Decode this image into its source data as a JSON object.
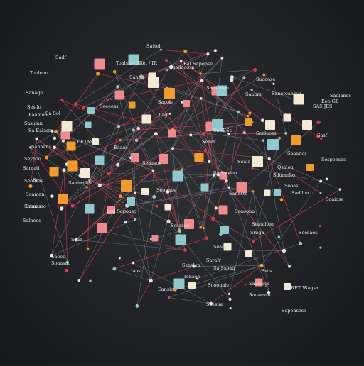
{
  "palette": {
    "background": "#1f2124",
    "edge_light": "#9aa3ab",
    "edge_red": "#d8394e",
    "teal": "#8fc9cc",
    "orange": "#f29a2e",
    "cream": "#f3ead6",
    "pink": "#ef8a8f",
    "node_dot": "#e6e6e6"
  },
  "labels": [
    {
      "id": "l1",
      "text": "Sattel"
    },
    {
      "id": "l2",
      "text": "Sadf"
    },
    {
      "id": "l3",
      "text": "Toalsh / DRet / IR"
    },
    {
      "id": "l4",
      "text": "Eat Sapopse"
    },
    {
      "id": "l5",
      "text": "Tooloho"
    },
    {
      "id": "l6",
      "text": "Sanage"
    },
    {
      "id": "l7",
      "text": "Sanetoaning"
    },
    {
      "id": "l8",
      "text": "Saabrs"
    },
    {
      "id": "l9",
      "text": "Sadlanes"
    },
    {
      "id": "l10",
      "text": "Eoo GE"
    },
    {
      "id": "l11",
      "text": "Sesilo"
    },
    {
      "id": "l12",
      "text": "Eaamoo"
    },
    {
      "id": "l13",
      "text": "Lagi"
    },
    {
      "id": "l14",
      "text": "Sasigan"
    },
    {
      "id": "l15",
      "text": "Sa Ealagr"
    },
    {
      "id": "l16",
      "text": "Sasf"
    },
    {
      "id": "l17",
      "text": "DETAS"
    },
    {
      "id": "l18",
      "text": "Seaer"
    },
    {
      "id": "l19",
      "text": "Seyooo"
    },
    {
      "id": "l20",
      "text": "Sesponsos"
    },
    {
      "id": "l21",
      "text": "Qsalon"
    },
    {
      "id": "l22",
      "text": "Saraad"
    },
    {
      "id": "l23",
      "text": "Sdumeho"
    },
    {
      "id": "l24",
      "text": "Seoor"
    },
    {
      "id": "l25",
      "text": "Sanaste"
    },
    {
      "id": "l26",
      "text": "Soamen"
    },
    {
      "id": "l27",
      "text": "Saaiose"
    },
    {
      "id": "l28",
      "text": "Saenasso"
    },
    {
      "id": "l29",
      "text": "Salnoos"
    },
    {
      "id": "l30",
      "text": "Seatahon"
    },
    {
      "id": "l31",
      "text": "Sraga"
    },
    {
      "id": "l32",
      "text": "Saooo"
    },
    {
      "id": "l33",
      "text": "Sarafr"
    },
    {
      "id": "l34",
      "text": "Soaasao"
    },
    {
      "id": "l35",
      "text": "Seaslen"
    },
    {
      "id": "l36",
      "text": "Iaos"
    },
    {
      "id": "l37",
      "text": "Fabs"
    },
    {
      "id": "l38",
      "text": "Tonaoe"
    },
    {
      "id": "l39",
      "text": "Sooonale"
    },
    {
      "id": "l40",
      "text": "Eansio"
    },
    {
      "id": "l41",
      "text": "Sagsa"
    },
    {
      "id": "l42",
      "text": "Saoaesso"
    },
    {
      "id": "l43",
      "text": "Seesue"
    },
    {
      "id": "l44",
      "text": "Saponsess"
    },
    {
      "id": "l45",
      "text": "SnEESs"
    },
    {
      "id": "l46",
      "text": "Sacole"
    },
    {
      "id": "l47",
      "text": "Seoas"
    },
    {
      "id": "l48",
      "text": "Iaodaoosn"
    },
    {
      "id": "l49",
      "text": "SAS JES"
    },
    {
      "id": "l50",
      "text": "Sahoens"
    },
    {
      "id": "l51",
      "text": "Srsuss"
    },
    {
      "id": "l52",
      "text": "Sahe"
    },
    {
      "id": "l53",
      "text": "Saesiaton"
    },
    {
      "id": "l54",
      "text": "Saaanos"
    },
    {
      "id": "l55",
      "text": "Seaoona"
    },
    {
      "id": "l56",
      "text": "Sa Sspaq"
    },
    {
      "id": "l57",
      "text": "Lod Sapoaso"
    },
    {
      "id": "l58",
      "text": "Seaaaio"
    },
    {
      "id": "l59",
      "text": "Seaasoe"
    },
    {
      "id": "l60",
      "text": "Seeeess"
    },
    {
      "id": "l61",
      "text": "Seelaoss"
    },
    {
      "id": "l62",
      "text": "Sadlloa"
    },
    {
      "id": "l63",
      "text": "Sesasoo"
    },
    {
      "id": "l64",
      "text": "Sesa"
    },
    {
      "id": "l65",
      "text": "Saaaanlee"
    },
    {
      "id": "l66",
      "text": "DRET V"
    },
    {
      "id": "l67",
      "text": "Sa Ssoaoa"
    },
    {
      "id": "l68",
      "text": "Sa Sol"
    },
    {
      "id": "l69",
      "text": "Saaaolgs"
    },
    {
      "id": "l70",
      "text": "Soaio"
    },
    {
      "id": "l71",
      "text": "Seonaee"
    },
    {
      "id": "l72",
      "text": "Eaaas"
    },
    {
      "id": "l73",
      "text": "Saaaose"
    },
    {
      "id": "l74",
      "text": "Saaa"
    },
    {
      "id": "l75",
      "text": "Seesaes"
    }
  ]
}
